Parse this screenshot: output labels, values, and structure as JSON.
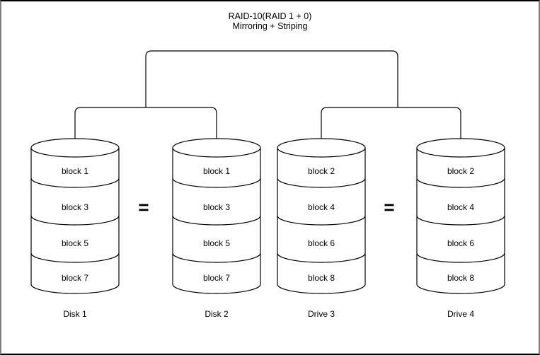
{
  "title": {
    "line1": "RAID-10(RAID 1 + 0)",
    "line2": "Mirroring + Striping"
  },
  "equals_sign": "=",
  "disks": [
    {
      "name": "Disk 1",
      "blocks": [
        "block 1",
        "block 3",
        "block 5",
        "block 7"
      ]
    },
    {
      "name": "Disk 2",
      "blocks": [
        "block 1",
        "block 3",
        "block 5",
        "block 7"
      ]
    },
    {
      "name": "Drive 3",
      "blocks": [
        "block 2",
        "block 4",
        "block 6",
        "block 8"
      ]
    },
    {
      "name": "Drive 4",
      "blocks": [
        "block 2",
        "block 4",
        "block 6",
        "block 8"
      ]
    }
  ],
  "colors": {
    "line": "#000000",
    "background": "#ffffff",
    "frame_side": "#7f7f7f"
  }
}
